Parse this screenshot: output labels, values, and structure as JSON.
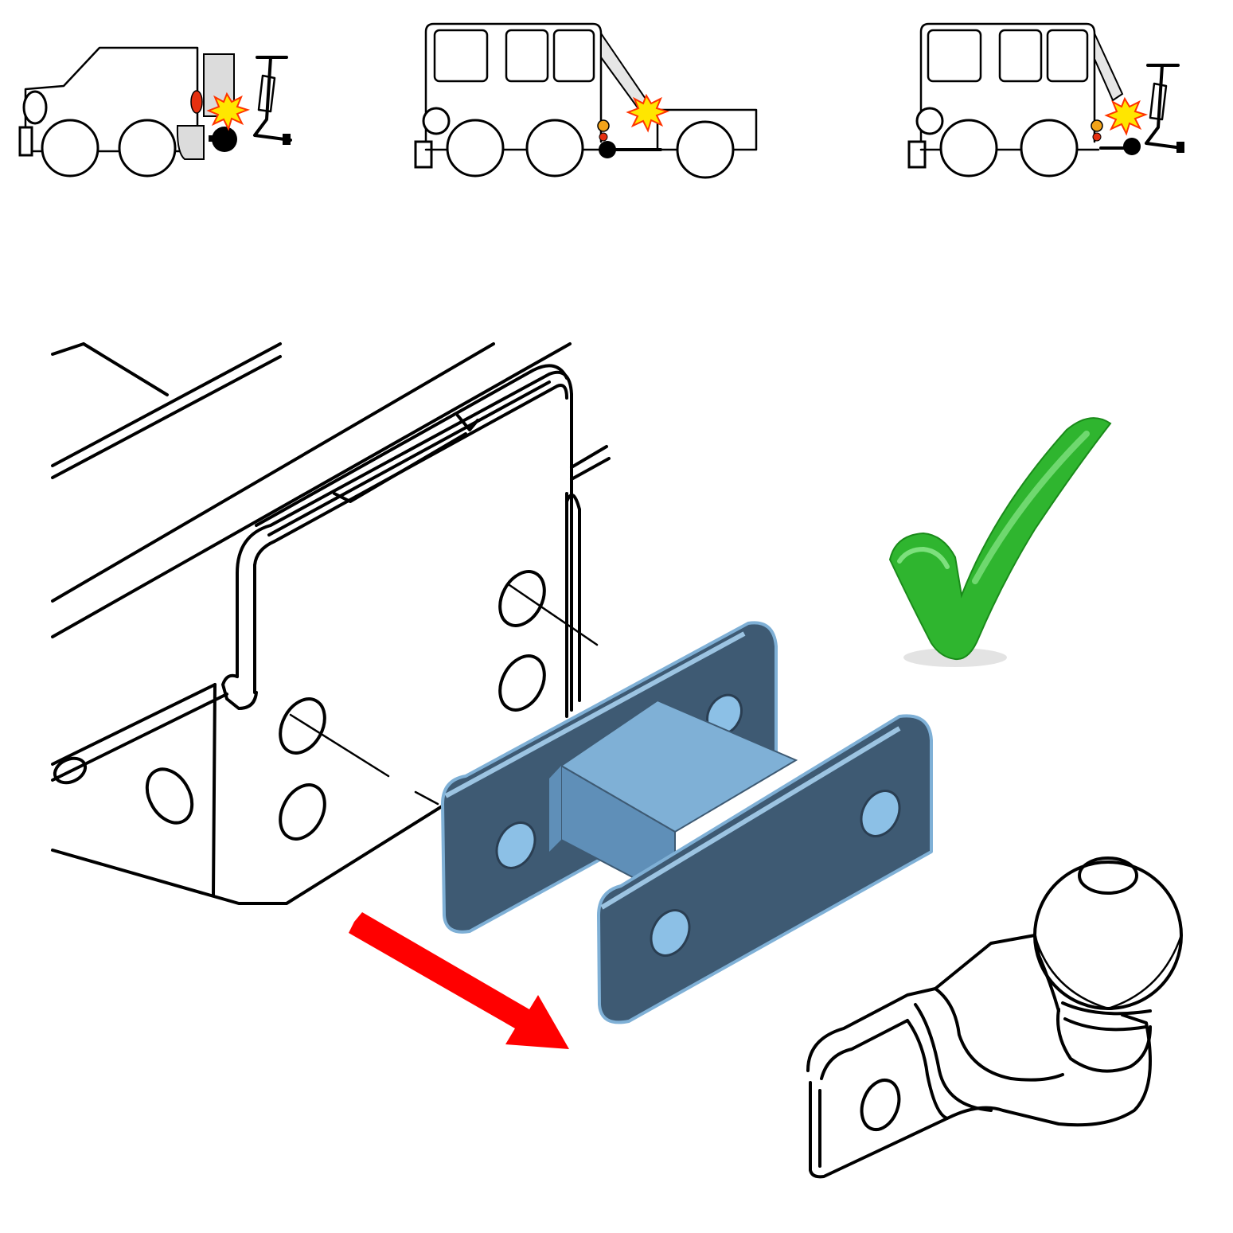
{
  "scenes": [
    {
      "name": "suv-with-tow-bike-rack",
      "problem": "collision"
    },
    {
      "name": "van-with-trailer",
      "problem": "collision"
    },
    {
      "name": "van-with-tow-bike-rack",
      "problem": "collision"
    }
  ],
  "colors": {
    "spacer_face": "#3e5a73",
    "spacer_light": "#7fb0d6",
    "spacer_mid": "#5f8fb8",
    "checkmark": "#2fb52f",
    "arrow": "#ff0000",
    "spark": "#ffe600",
    "spark_outline": "#ff3300",
    "tail_light": "#e53010",
    "grey_panel": "#dcdcdc"
  },
  "icons": {
    "check": "check-icon",
    "arrow": "arrow-right-down-icon"
  },
  "parts": [
    "vehicle-chassis",
    "tow-bar-spacer",
    "tow-ball-hitch"
  ]
}
